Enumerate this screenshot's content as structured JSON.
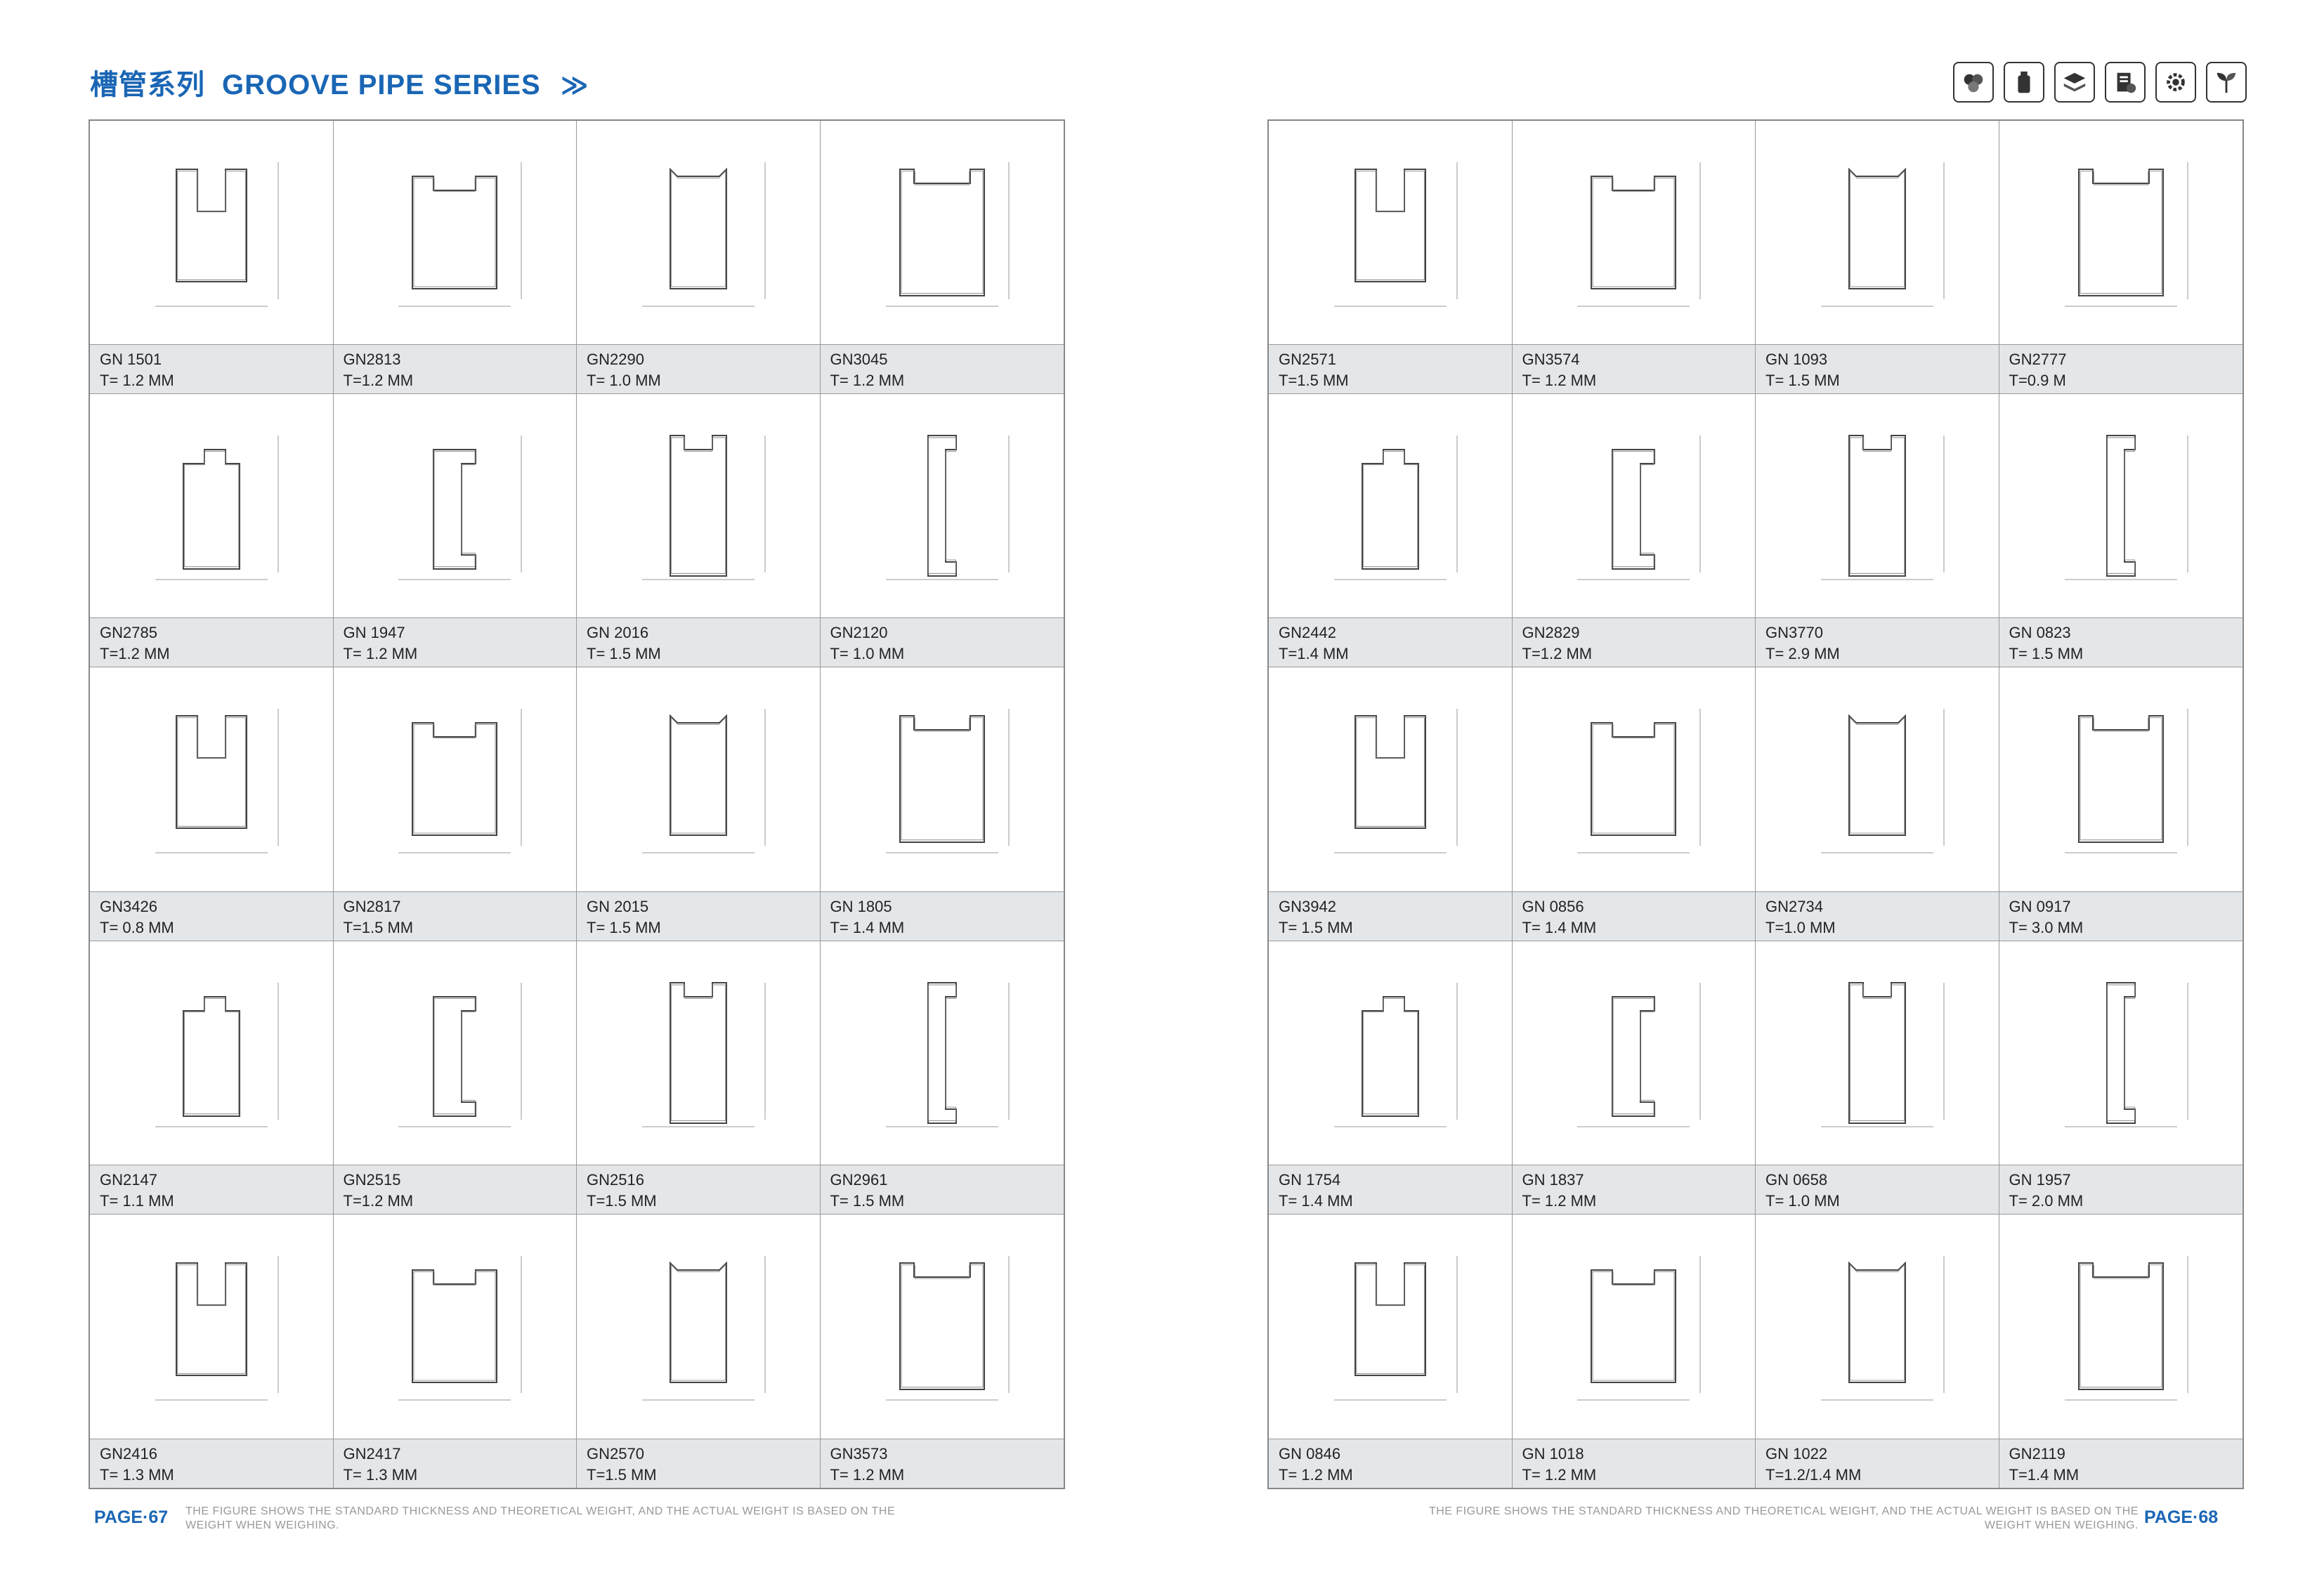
{
  "header": {
    "title_cn": "槽管系列",
    "title_en": "GROOVE PIPE SERIES",
    "chevron": "≫",
    "icons": [
      "recycle-icon",
      "bottle-icon",
      "layers-icon",
      "document-icon",
      "gear-icon",
      "leaf-icon"
    ]
  },
  "left_products": [
    {
      "code": "GN 1501",
      "thickness": "T=  1.2 MM"
    },
    {
      "code": "GN2813",
      "thickness": "T=1.2 MM"
    },
    {
      "code": "GN2290",
      "thickness": "T= 1.0 MM"
    },
    {
      "code": "GN3045",
      "thickness": "T= 1.2 MM"
    },
    {
      "code": "GN2785",
      "thickness": "T=1.2 MM"
    },
    {
      "code": "GN 1947",
      "thickness": "T= 1.2 MM"
    },
    {
      "code": "GN 2016",
      "thickness": "T= 1.5 MM"
    },
    {
      "code": "GN2120",
      "thickness": "T= 1.0 MM"
    },
    {
      "code": "GN3426",
      "thickness": "T= 0.8 MM"
    },
    {
      "code": "GN2817",
      "thickness": "T=1.5 MM"
    },
    {
      "code": "GN 2015",
      "thickness": "T= 1.5 MM"
    },
    {
      "code": "GN 1805",
      "thickness": "T= 1.4 MM"
    },
    {
      "code": "GN2147",
      "thickness": "T= 1.1 MM"
    },
    {
      "code": "GN2515",
      "thickness": "T=1.2 MM"
    },
    {
      "code": "GN2516",
      "thickness": "T=1.5 MM"
    },
    {
      "code": "GN2961",
      "thickness": "T= 1.5 MM"
    },
    {
      "code": "GN2416",
      "thickness": "T= 1.3 MM"
    },
    {
      "code": "GN2417",
      "thickness": "T= 1.3 MM"
    },
    {
      "code": "GN2570",
      "thickness": "T=1.5 MM"
    },
    {
      "code": "GN3573",
      "thickness": "T= 1.2 MM"
    }
  ],
  "right_products": [
    {
      "code": "GN2571",
      "thickness": "T=1.5 MM"
    },
    {
      "code": "GN3574",
      "thickness": "T= 1.2  MM"
    },
    {
      "code": "GN 1093",
      "thickness": "T= 1.5 MM"
    },
    {
      "code": "GN2777",
      "thickness": "T=0.9 M"
    },
    {
      "code": "GN2442",
      "thickness": "T=1.4 MM"
    },
    {
      "code": "GN2829",
      "thickness": "T=1.2 MM"
    },
    {
      "code": "GN3770",
      "thickness": "T= 2.9  MM"
    },
    {
      "code": "GN 0823",
      "thickness": "T= 1.5  MM"
    },
    {
      "code": "GN3942",
      "thickness": "T= 1.5 MM"
    },
    {
      "code": "GN 0856",
      "thickness": "T= 1.4 MM"
    },
    {
      "code": "GN2734",
      "thickness": "T=1.0 MM"
    },
    {
      "code": "GN 0917",
      "thickness": "T=  3.0 MM"
    },
    {
      "code": "GN 1754",
      "thickness": "T=  1.4 MM"
    },
    {
      "code": "GN  1837",
      "thickness": "T= 1.2 MM"
    },
    {
      "code": "GN 0658",
      "thickness": "T= 1.0 MM"
    },
    {
      "code": "GN  1957",
      "thickness": "T=  2.0 MM"
    },
    {
      "code": "GN 0846",
      "thickness": "T= 1.2 MM"
    },
    {
      "code": "GN 1018",
      "thickness": "T= 1.2 MM"
    },
    {
      "code": "GN 1022",
      "thickness": "T=1.2/1.4 MM"
    },
    {
      "code": "GN2119",
      "thickness": "T=1.4 MM"
    }
  ],
  "footer": {
    "left_page": "PAGE·67",
    "right_page": "PAGE·68",
    "note": "THE FIGURE SHOWS THE STANDARD THICKNESS AND THEORETICAL WEIGHT, AND THE ACTUAL WEIGHT IS BASED ON THE WEIGHT WHEN WEIGHING."
  }
}
